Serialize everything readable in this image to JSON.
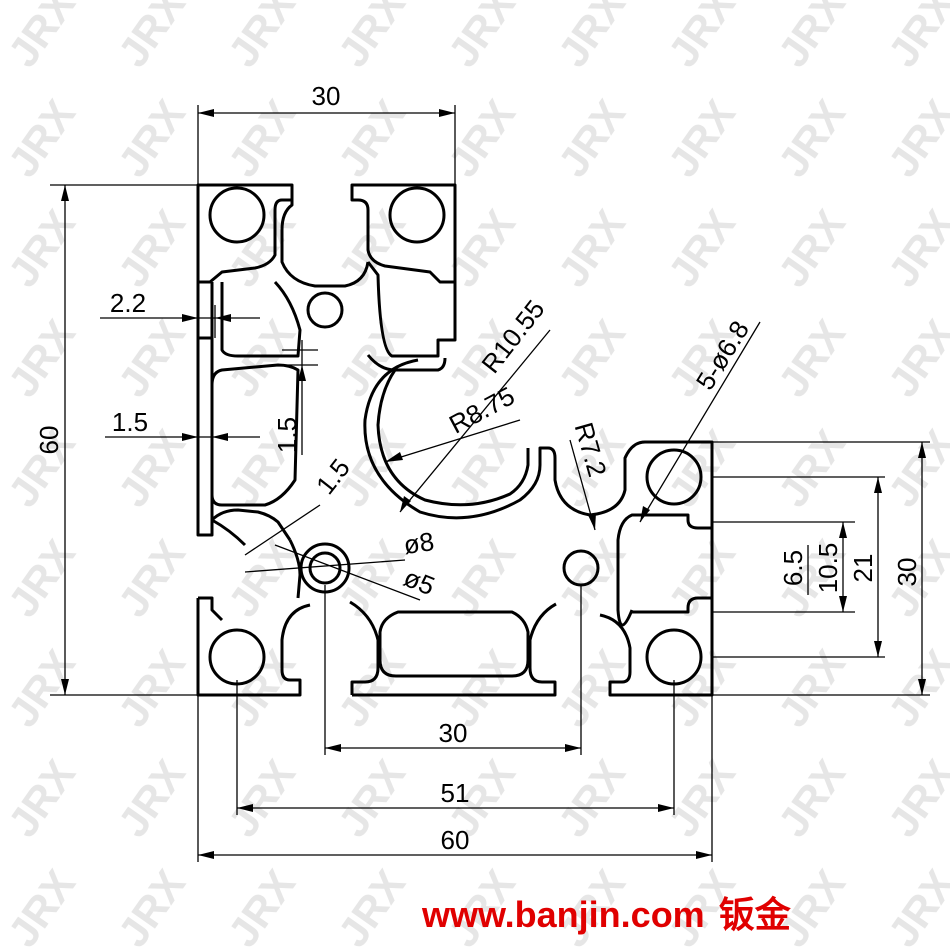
{
  "watermark": {
    "text": "JRX",
    "color": "#e6e6e6"
  },
  "dimensions": {
    "top_width": "30",
    "total_height": "60",
    "slot_offset": "2.2",
    "wall": "1.5",
    "wall_vertical": "1.5",
    "wall_diag": "1.5",
    "r_outer": "R10.55",
    "r_inner": "R8.75",
    "r_small": "R7.2",
    "holes": "5-ø6.8",
    "dia8": "ø8",
    "dia5": "ø5",
    "h6_5": "6.5",
    "h10_5": "10.5",
    "h21": "21",
    "h30": "30",
    "bottom_30": "30",
    "bottom_51": "51",
    "bottom_60": "60"
  },
  "footer": {
    "url": "www.banjin.com",
    "cn": "钣金",
    "color": "#e00000"
  },
  "colors": {
    "line": "#000000",
    "background": "#ffffff"
  }
}
